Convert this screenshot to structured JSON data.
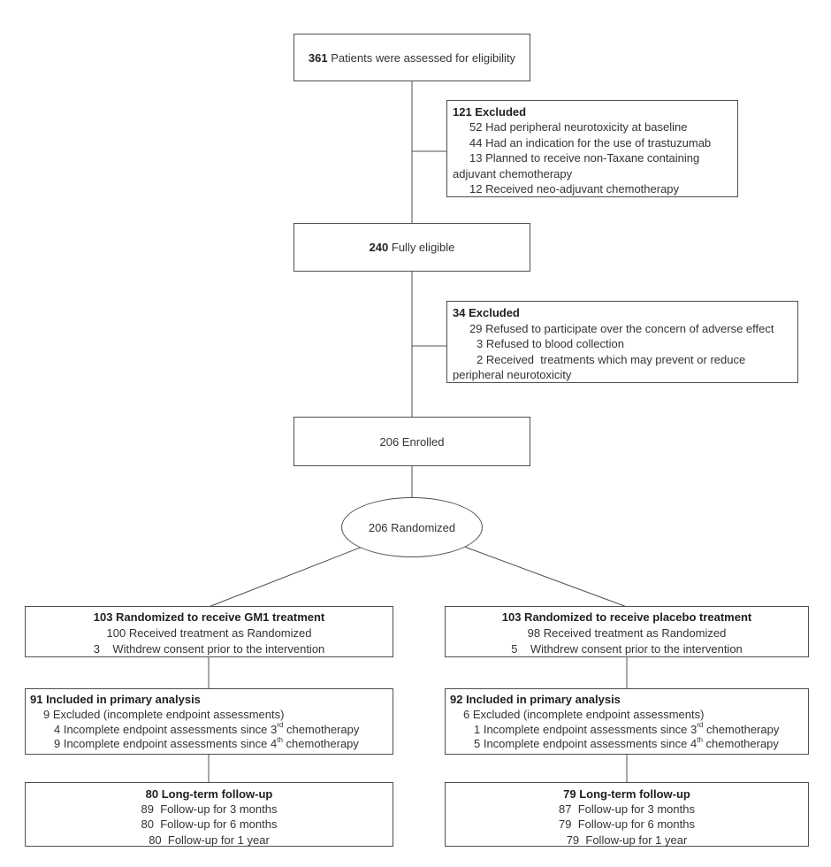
{
  "colors": {
    "line": "#4f4f4f",
    "text": "#333333",
    "background": "#ffffff"
  },
  "flow": {
    "assessed": {
      "lines": [
        {
          "t": "**361** Patients were assessed for eligibility"
        }
      ]
    },
    "excluded_screening": {
      "lines": [
        {
          "t": "**121 Excluded**"
        },
        {
          "t": "52 Had peripheral neurotoxicity at baseline",
          "ind": 19
        },
        {
          "t": "44 Had an indication for the use of trastuzumab",
          "ind": 19
        },
        {
          "t": "13 Planned to receive non-Taxane containing",
          "ind": 19
        },
        {
          "t": "adjuvant chemotherapy"
        },
        {
          "t": "12 Received neo-adjuvant chemotherapy",
          "ind": 19
        }
      ]
    },
    "eligible": {
      "lines": [
        {
          "t": "**240** Fully eligible"
        }
      ]
    },
    "excluded_eligibility": {
      "lines": [
        {
          "t": "**34 Excluded**"
        },
        {
          "t": "29 Refused to participate over the concern of adverse effect",
          "ind": 19
        },
        {
          "t": "3 Refused to blood collection",
          "ind": 27
        },
        {
          "t": "2 Received  treatments which may prevent or reduce",
          "ind": 27
        },
        {
          "t": "peripheral neurotoxicity"
        }
      ]
    },
    "enrolled": {
      "lines": [
        {
          "t": "206 Enrolled"
        }
      ]
    },
    "randomized": {
      "lines": [
        {
          "t": "206 Randomized"
        }
      ]
    },
    "gm1_allocation": {
      "lines": [
        {
          "t": "**103 Randomized to receive GM1 treatment**"
        },
        {
          "t": "100 Received treatment as Randomized"
        },
        {
          "t": "3    Withdrew consent prior to the intervention"
        }
      ]
    },
    "placebo_allocation": {
      "lines": [
        {
          "t": "**103 Randomized to receive placebo treatment**"
        },
        {
          "t": "98 Received treatment as Randomized"
        },
        {
          "t": "5    Withdrew consent prior to the intervention"
        }
      ]
    },
    "gm1_analysis": {
      "lines": [
        {
          "t": "**91 Included in primary analysis**"
        },
        {
          "t": "9 Excluded (incomplete endpoint assessments)",
          "ind": 15
        },
        {
          "t": "4 Incomplete endpoint assessments since 3^{rd} chemotherapy",
          "ind": 27
        },
        {
          "t": "9 Incomplete endpoint assessments since 4^{th} chemotherapy",
          "ind": 27
        }
      ]
    },
    "placebo_analysis": {
      "lines": [
        {
          "t": "**92 Included in primary analysis**"
        },
        {
          "t": "6 Excluded (incomplete endpoint assessments)",
          "ind": 15
        },
        {
          "t": "1 Incomplete endpoint assessments since 3^{rd} chemotherapy",
          "ind": 27
        },
        {
          "t": "5 Incomplete endpoint assessments since 4^{th} chemotherapy",
          "ind": 27
        }
      ]
    },
    "gm1_followup": {
      "lines": [
        {
          "t": "**80 Long-term follow-up**"
        },
        {
          "t": "89  Follow-up for 3 months"
        },
        {
          "t": "80  Follow-up for 6 months"
        },
        {
          "t": "80  Follow-up for 1 year"
        }
      ]
    },
    "placebo_followup": {
      "lines": [
        {
          "t": "**79 Long-term follow-up**"
        },
        {
          "t": "87  Follow-up for 3 months"
        },
        {
          "t": "79  Follow-up for 6 months"
        },
        {
          "t": "79  Follow-up for 1 year"
        }
      ]
    }
  }
}
